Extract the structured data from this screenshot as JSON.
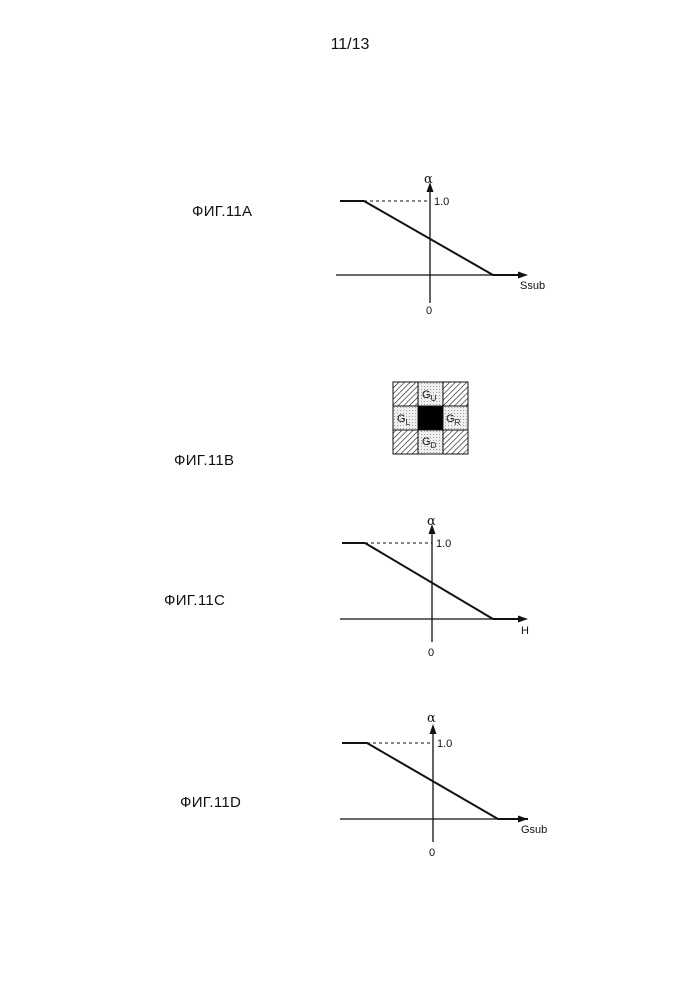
{
  "page_number": "11/13",
  "figures": {
    "a": {
      "label": "ФИГ.11А",
      "y_axis_label": "α",
      "y_tick_label": "1.0",
      "origin_label": "0",
      "x_axis_label": "Ssub"
    },
    "b": {
      "label": "ФИГ.11В",
      "cells": {
        "up": {
          "base": "G",
          "sub": "U"
        },
        "left": {
          "base": "G",
          "sub": "L"
        },
        "right": {
          "base": "G",
          "sub": "R"
        },
        "down": {
          "base": "G",
          "sub": "D"
        }
      }
    },
    "c": {
      "label": "ФИГ.11С",
      "y_axis_label": "α",
      "y_tick_label": "1.0",
      "origin_label": "0",
      "x_axis_label": "H"
    },
    "d": {
      "label": "ФИГ.11D",
      "y_axis_label": "α",
      "y_tick_label": "1.0",
      "origin_label": "0",
      "x_axis_label": "Gsub"
    }
  },
  "colors": {
    "ink": "#111111",
    "center_pixel": "#000000",
    "dotted_fill": "#dcdcdc"
  }
}
